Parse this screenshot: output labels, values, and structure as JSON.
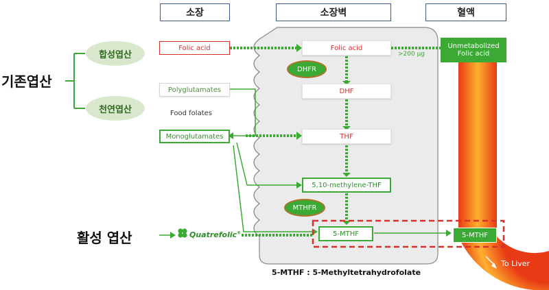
{
  "headers": {
    "small_intestine": "소장",
    "intestinal_wall": "소장벽",
    "blood": "혈액"
  },
  "left": {
    "existing_folate": "기존엽산",
    "synthetic_folate": "합성엽산",
    "natural_folate": "천연엽산",
    "active_folate": "활성 엽산"
  },
  "lumen": {
    "folic_acid": "Folic acid",
    "polyglutamates": "Polyglutamates",
    "food_folates": "Food folates",
    "monoglutamates": "Monoglutamates",
    "brand": "Quatrefolic",
    "brand_mark": "®"
  },
  "wall": {
    "folic_acid": "Folic acid",
    "dhfr": "DHFR",
    "dhf": "DHF",
    "thf": "THF",
    "methylene_thf": "5,10-methylene-THF",
    "mthfr": "MTHFR",
    "mthf": "5-MTHF",
    "threshold": ">200 µg"
  },
  "blood": {
    "unmetabolized": "Unmetabolized Folic acid",
    "mthf": "5-MTHF",
    "to_liver": "To Liver"
  },
  "footnote": "5-MTHF : 5-Methyltetrahydrofolate",
  "colors": {
    "green": "#3aaa35",
    "red": "#d9302a",
    "vessel": "#f06a1e",
    "wall_fill": "#ebebeb",
    "enzyme_ring": "#b0712a",
    "header_border": "#3c5a8c"
  }
}
